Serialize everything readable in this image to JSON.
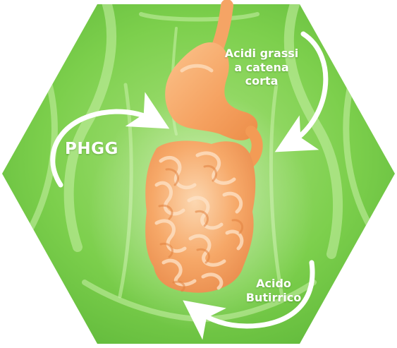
{
  "labels": {
    "scfa": [
      "Acidi grassi",
      "a catena",
      "corta"
    ],
    "phgg": "PHGG",
    "butyric": [
      "Acido",
      "Butirrico"
    ]
  },
  "colors": {
    "background": "#ffffff",
    "hexagon_green": "#7ccf4c",
    "hexagon_green_light": "#a6e07a",
    "hexagon_green_dark": "#5fb83a",
    "organ_orange": "#f6a868",
    "organ_orange_light": "#fbd1a6",
    "organ_orange_dark": "#e8894a",
    "arrow": "#ffffff",
    "text": "#ffffff"
  }
}
